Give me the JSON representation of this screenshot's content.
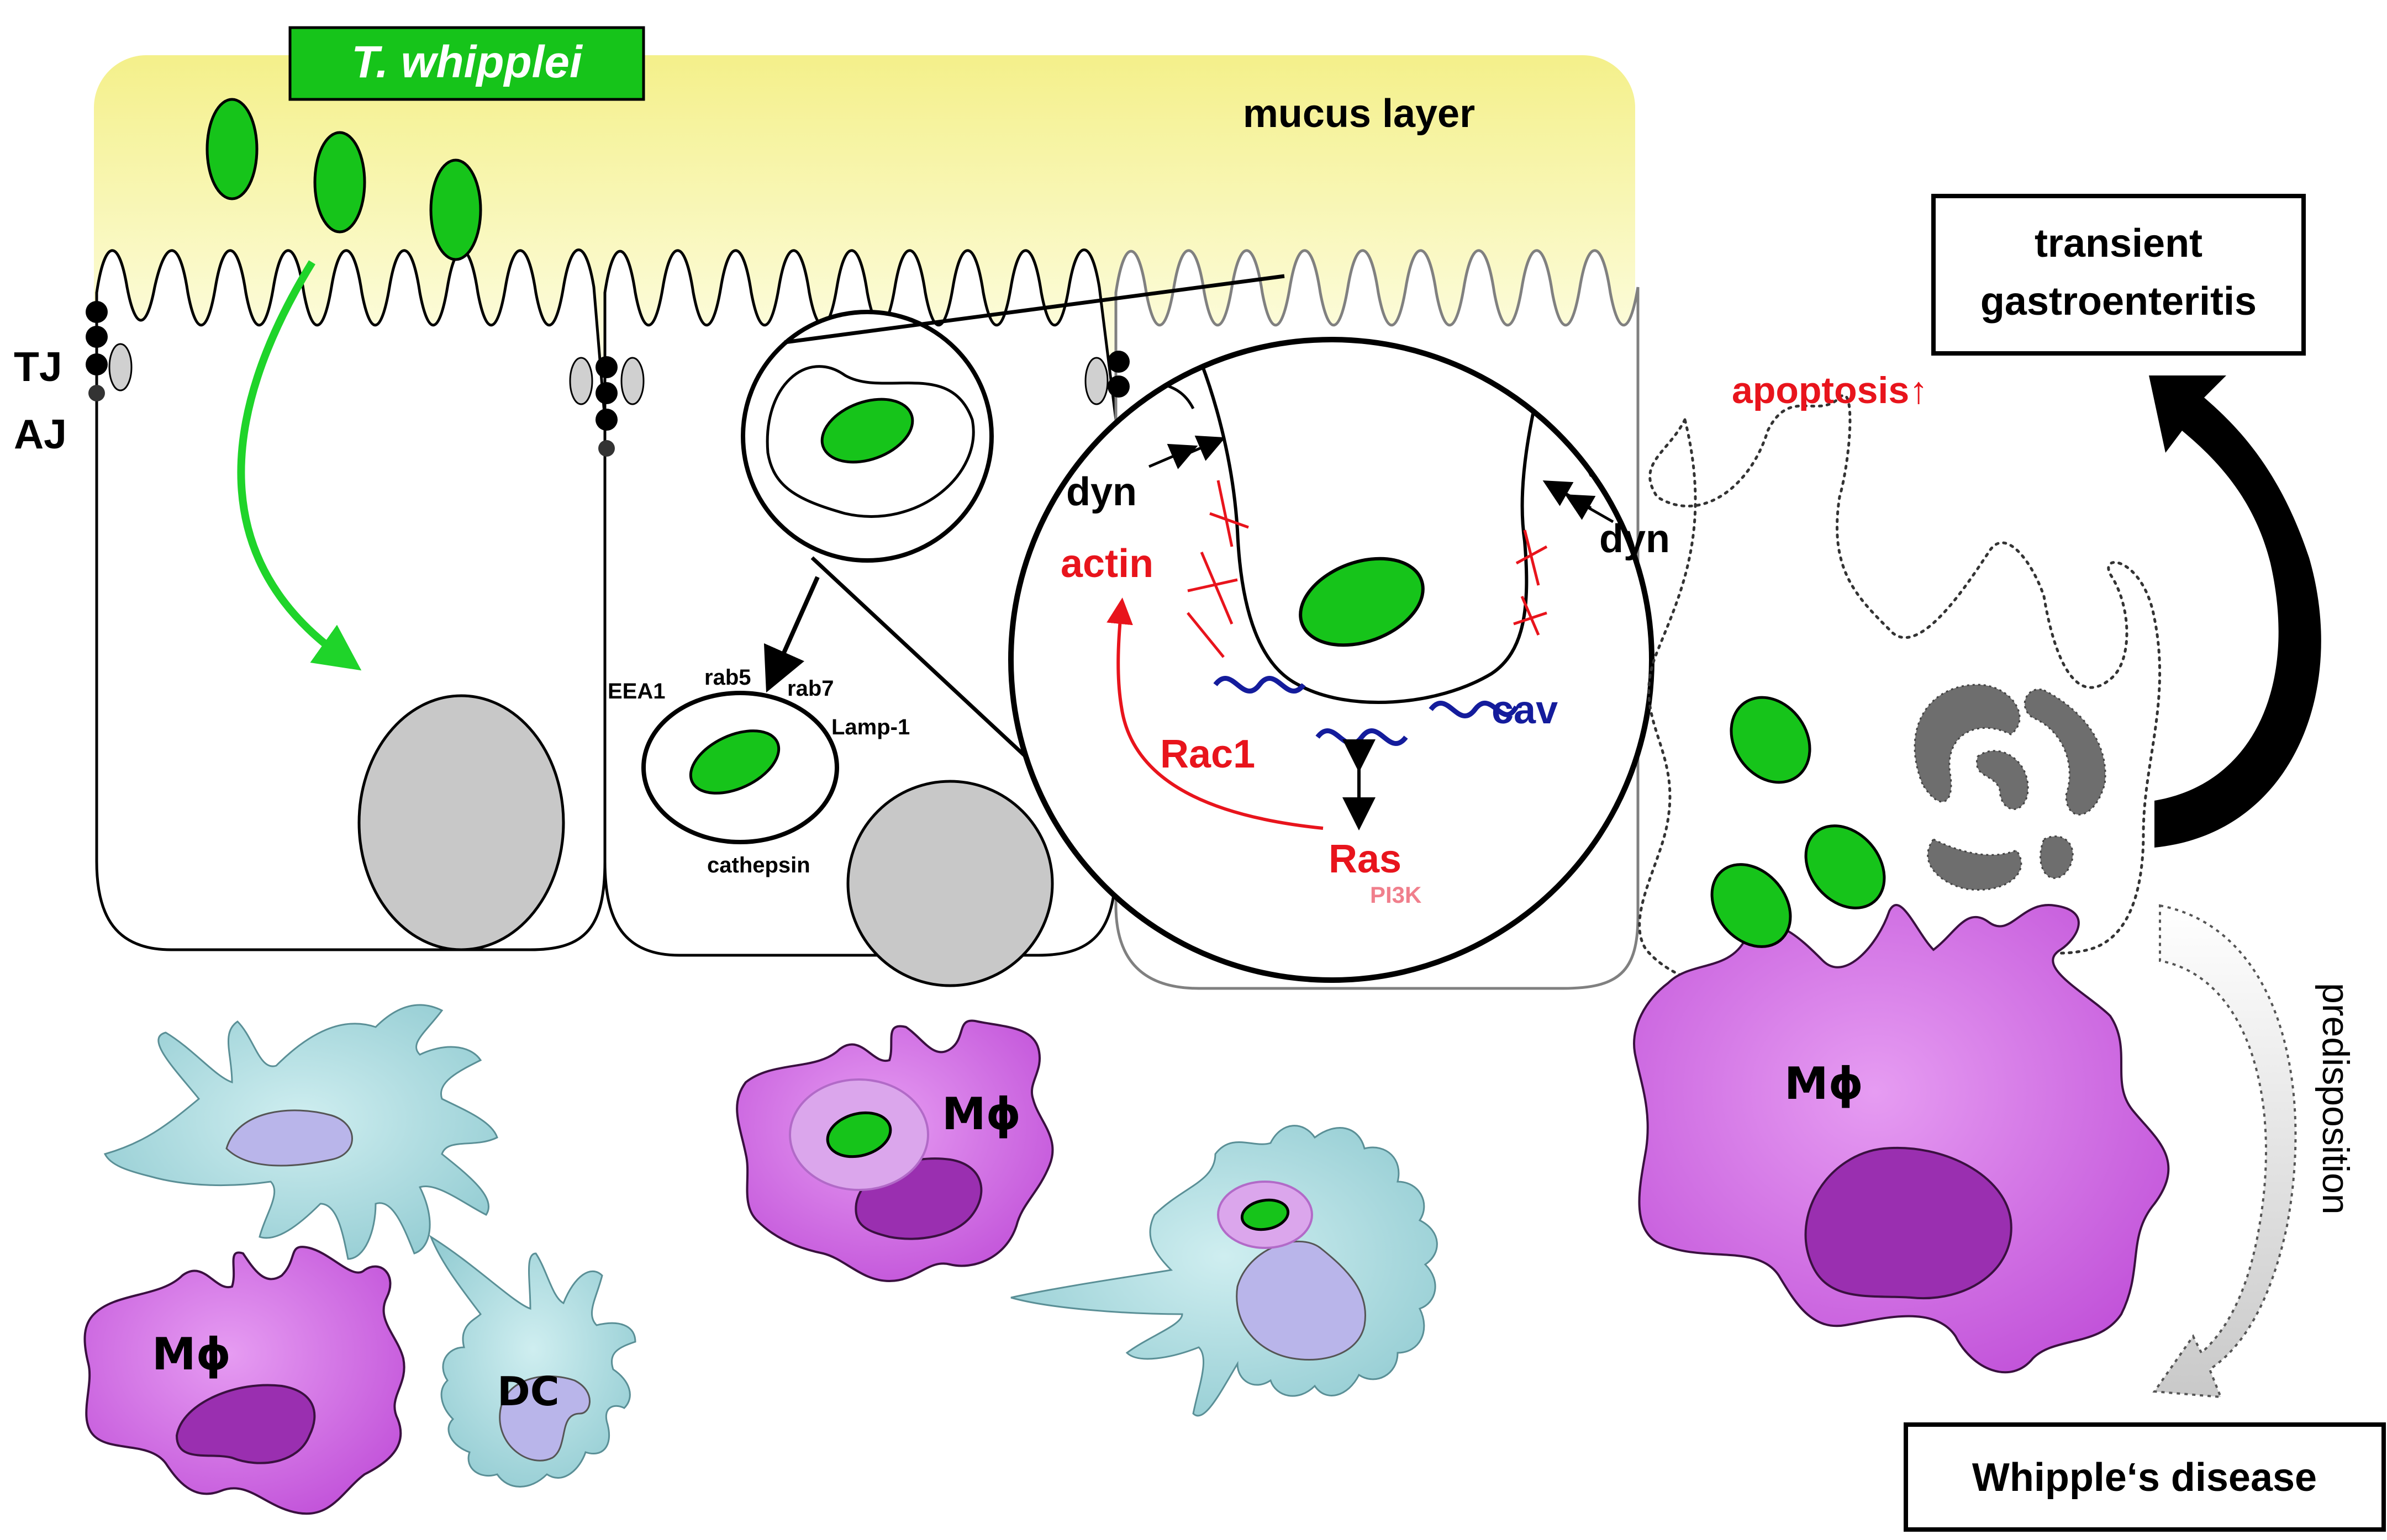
{
  "labels": {
    "species": "T. whipplei",
    "mucus": "mucus layer",
    "tj": "TJ",
    "aj": "AJ",
    "eea1": "EEA1",
    "rab5": "rab5",
    "rab7": "rab7",
    "lamp1": "Lamp-1",
    "cathepsin": "cathepsin",
    "dyn_left": "dyn",
    "dyn_right": "dyn",
    "actin": "actin",
    "rac1": "Rac1",
    "ras": "Ras",
    "pi3k": "PI3K",
    "cav": "cav",
    "apoptosis": "apoptosis↑",
    "mphi_left": "Mϕ",
    "mphi_center": "Mϕ",
    "mphi_right": "Mϕ",
    "dc": "DC",
    "predisposition": "predisposition",
    "box_gastro_line1": "transient",
    "box_gastro_line2": "gastroenteritis",
    "box_whipple": "Whipple‘s disease"
  },
  "colors": {
    "bacterium": "#16c41a",
    "species_box": "#16c41a",
    "mucus": "#f6f3a0",
    "macrophage": "#d566ea",
    "macrophage_nucleus": "#9a2fb0",
    "dendritic_cell": "#a8d8dc",
    "dc_nucleus": "#b9b5ea",
    "nucleus": "#c8c8c8",
    "pathway_red": "#e8141c",
    "caveolin_blue": "#141c9c",
    "pi3k_pink": "#f07f8c",
    "apoptotic_fragments": "#6e6e6e"
  }
}
